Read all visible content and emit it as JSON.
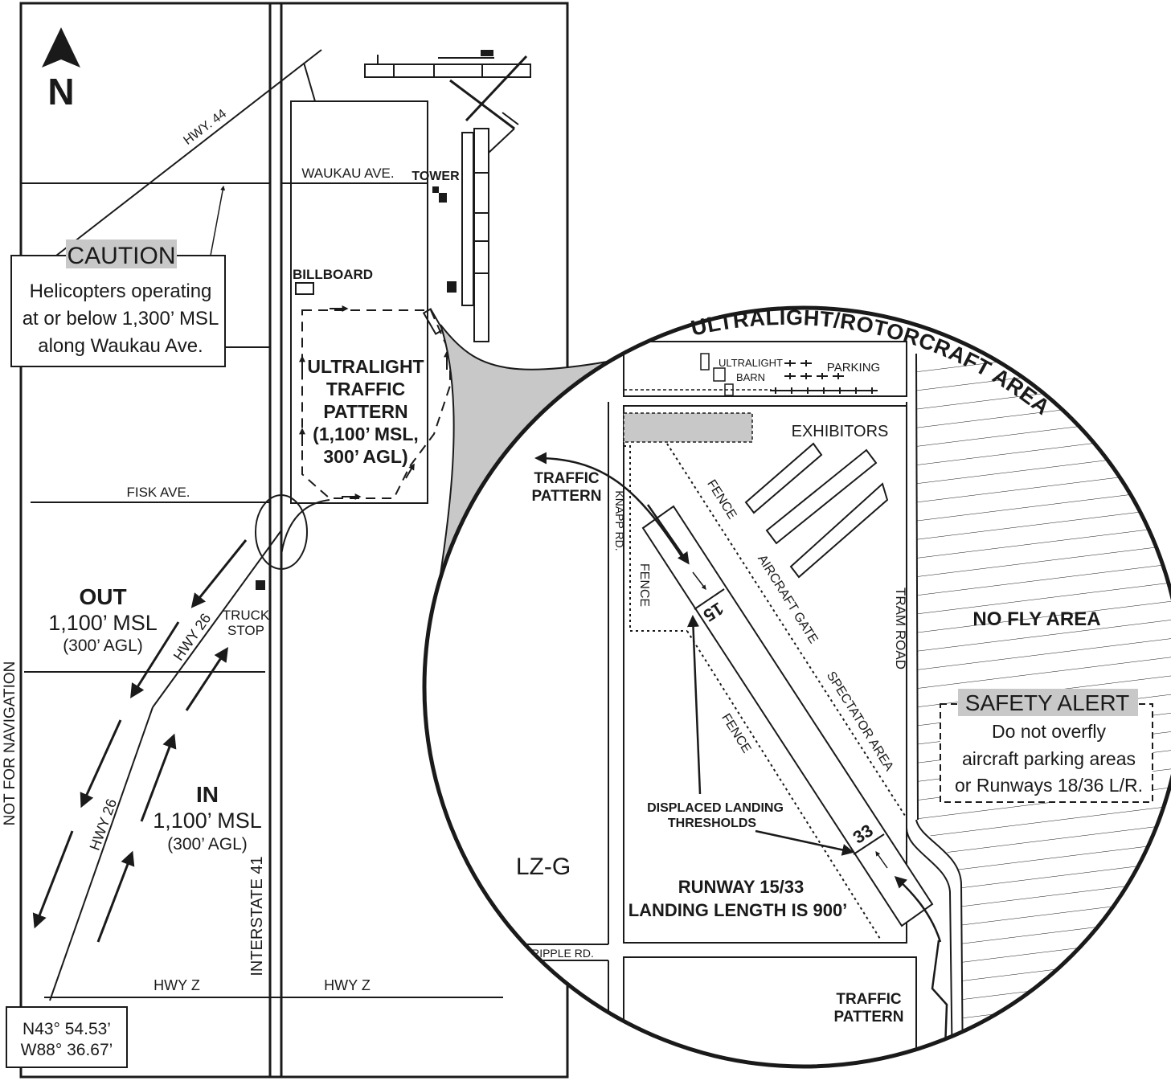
{
  "north_label": "N",
  "left_map": {
    "roads": {
      "hwy44": "HWY. 44",
      "waukau": "WAUKAU AVE.",
      "fisk": "FISK AVE.",
      "hwy26_upper": "HWY 26",
      "hwy26_lower": "HWY 26",
      "interstate": "INTERSTATE 41",
      "hwyz_left": "HWY Z",
      "hwyz_right": "HWY Z"
    },
    "landmarks": {
      "tower": "TOWER",
      "billboard": "BILLBOARD",
      "truck_stop_1": "TRUCK",
      "truck_stop_2": "STOP"
    },
    "caution": {
      "title": "CAUTION",
      "lines": [
        "Helicopters operating",
        "at or below 1,300’ MSL",
        "along Waukau Ave."
      ]
    },
    "ultralight_pattern": [
      "ULTRALIGHT",
      "TRAFFIC",
      "PATTERN",
      "(1,100’ MSL,",
      "300’ AGL)"
    ],
    "out_route": {
      "title": "OUT",
      "alt": "1,100’ MSL",
      "agl": "(300’ AGL)"
    },
    "in_route": {
      "title": "IN",
      "alt": "1,100’ MSL",
      "agl": "(300’ AGL)"
    },
    "coordinates": [
      "N43° 54.53’",
      "W88° 36.67’"
    ],
    "side_note": "NOT FOR NAVIGATION"
  },
  "inset": {
    "title": "ULTRALIGHT/ROTORCRAFT AREA",
    "labels": {
      "ultralight_barn_1": "ULTRALIGHT",
      "ultralight_barn_2": "BARN",
      "parking": "PARKING",
      "exhibitors": "EXHIBITORS",
      "traffic_pattern_top_1": "TRAFFIC",
      "traffic_pattern_top_2": "PATTERN",
      "knapp_rd": "KNAPP RD.",
      "fence_upper": "FENCE",
      "fence_left": "FENCE",
      "fence_lower": "FENCE",
      "aircraft_gate": "AIRCRAFT GATE",
      "spectator_area": "SPECTATOR AREA",
      "tram_road": "TRAM ROAD",
      "no_fly": "NO FLY AREA",
      "rwy15": "15",
      "rwy33": "33",
      "displaced_1": "DISPLACED LANDING",
      "displaced_2": "THRESHOLDS",
      "lzg": "LZ-G",
      "runway_1": "RUNWAY 15/33",
      "runway_2": "LANDING LENGTH IS 900’",
      "ripple_rd": "RIPPLE RD.",
      "traffic_pattern_bottom_1": "TRAFFIC",
      "traffic_pattern_bottom_2": "PATTERN"
    },
    "safety_alert": {
      "title": "SAFETY ALERT",
      "lines": [
        "Do not overfly",
        "aircraft parking areas",
        "or Runways 18/36 L/R."
      ]
    }
  },
  "colors": {
    "ink": "#1a1a1a",
    "highlight": "#c8c8c8",
    "background": "#ffffff"
  }
}
